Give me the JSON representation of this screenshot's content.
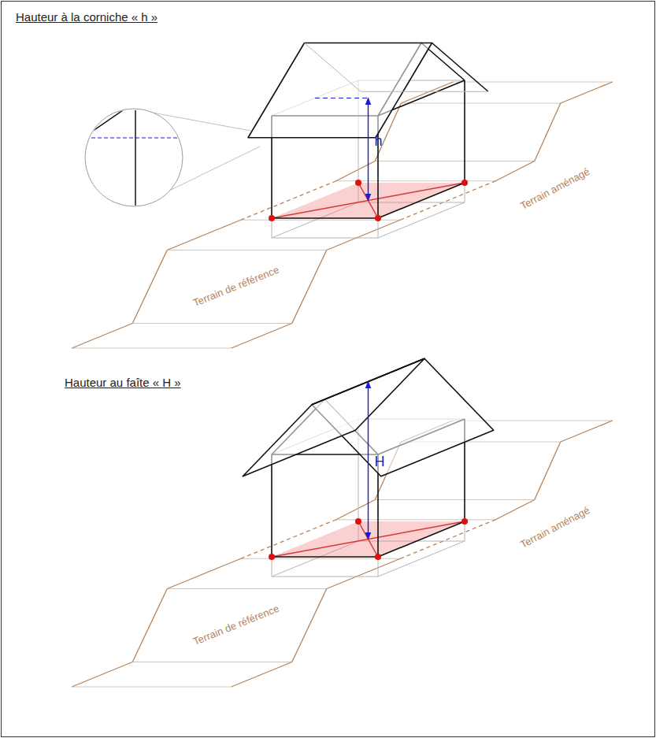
{
  "diagram": {
    "labels": [
      "Hauteur à la corniche « h »",
      "h",
      "Terrain aménagé",
      "Terrain de référence",
      "Hauteur au faîte « H »",
      "H",
      "Terrain aménagé",
      "Terrain de référence"
    ]
  }
}
